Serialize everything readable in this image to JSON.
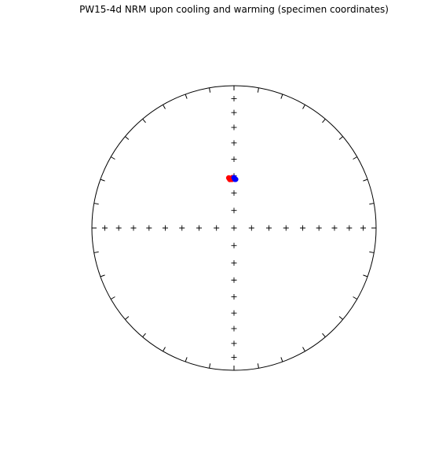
{
  "chart_data": {
    "type": "scatter",
    "projection": "equal-area stereonet",
    "title": "PW15-4d NRM upon cooling and warming (specimen coordinates)",
    "grid": false,
    "series": [
      {
        "color": "#ff0000",
        "marker": "circle",
        "points": [
          {
            "dec": 357,
            "inc": 62
          },
          {
            "dec": 355,
            "inc": 62
          },
          {
            "dec": 358,
            "inc": 61
          },
          {
            "dec": 354,
            "inc": 61
          },
          {
            "dec": 358,
            "inc": 62
          }
        ]
      },
      {
        "color": "#0000ff",
        "marker": "circle",
        "points": [
          {
            "dec": 1,
            "inc": 62
          },
          {
            "dec": 2,
            "inc": 62
          },
          {
            "dec": 0,
            "inc": 61
          }
        ]
      }
    ]
  }
}
